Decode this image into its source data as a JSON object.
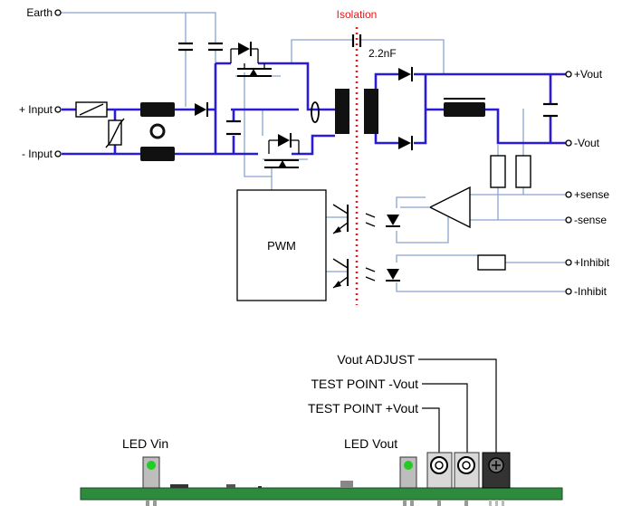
{
  "schematic": {
    "isolation_label": "Isolation",
    "capacitor_label": "2.2nF",
    "pwm_label": "PWM",
    "terminals": {
      "earth": "Earth",
      "plus_input": "+ Input",
      "minus_input": "- Input",
      "plus_vout": "+Vout",
      "minus_vout": "-Vout",
      "plus_sense": "+sense",
      "minus_sense": "-sense",
      "plus_inhibit": "+Inhibit",
      "minus_inhibit": "-Inhibit"
    }
  },
  "board": {
    "led_vin": "LED Vin",
    "led_vout": "LED Vout",
    "test_point_plus": "TEST POINT +Vout",
    "test_point_minus": "TEST POINT -Vout",
    "vout_adjust": "Vout ADJUST"
  },
  "colors": {
    "wire_main": "#2a1bd6",
    "wire_thin": "#8aa4d0",
    "isolation": "#e41a1c",
    "component": "#000000",
    "pcb": "#2e8b3e",
    "led": "#22cc22"
  }
}
